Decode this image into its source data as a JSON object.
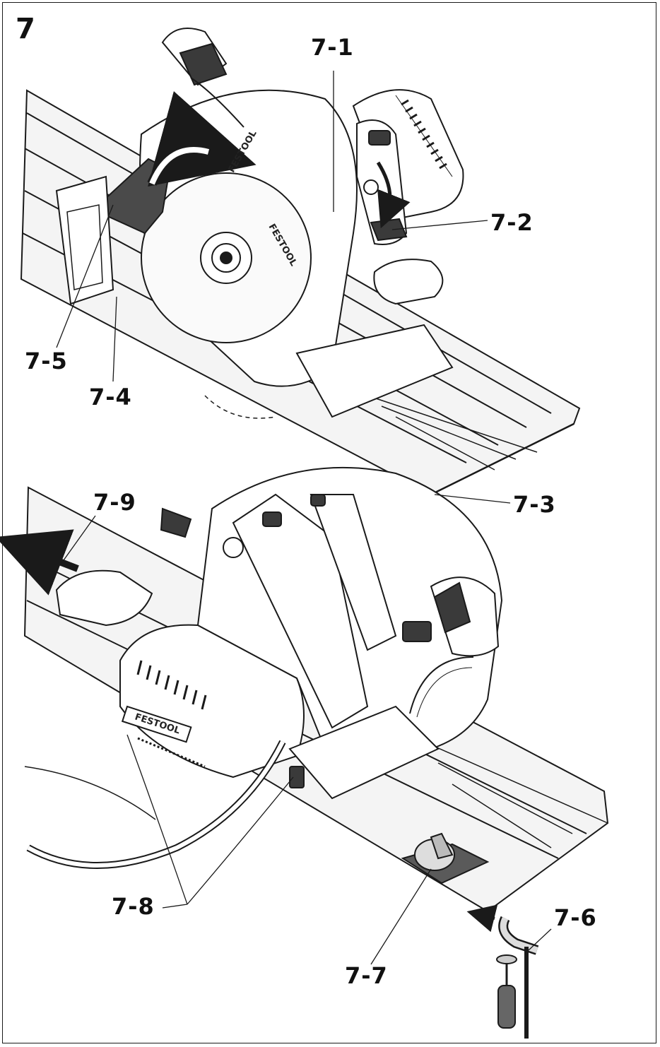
{
  "figure": {
    "number": "7",
    "brand_text": "FESTOOL",
    "labels": [
      {
        "id": "7-1",
        "text": "7-1"
      },
      {
        "id": "7-2",
        "text": "7-2"
      },
      {
        "id": "7-3",
        "text": "7-3"
      },
      {
        "id": "7-4",
        "text": "7-4"
      },
      {
        "id": "7-5",
        "text": "7-5"
      },
      {
        "id": "7-6",
        "text": "7-6"
      },
      {
        "id": "7-7",
        "text": "7-7"
      },
      {
        "id": "7-8",
        "text": "7-8"
      },
      {
        "id": "7-9",
        "text": "7-9"
      }
    ]
  },
  "colors": {
    "line": "#1a1a1a",
    "shade_dark": "#5a5a5a",
    "shade_mid": "#9a9a9a",
    "shade_light": "#d9d9d9"
  }
}
